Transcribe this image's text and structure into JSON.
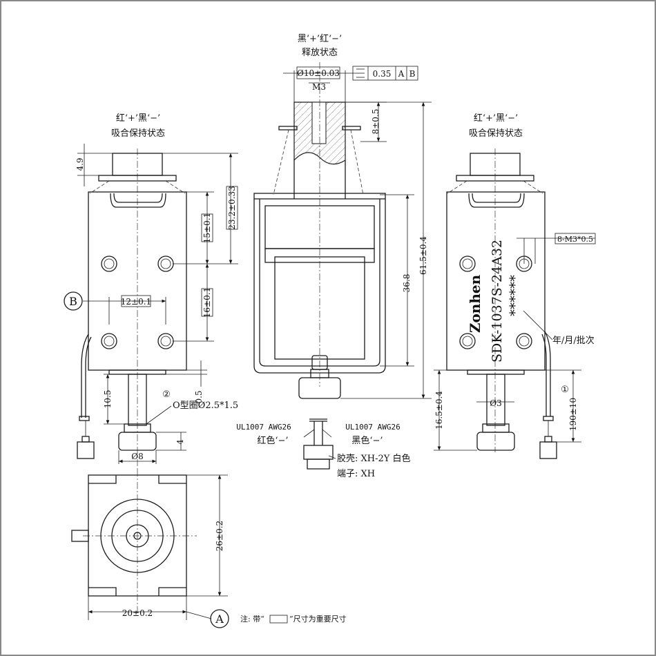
{
  "left_view": {
    "state_line1": "红‘+’黑‘−’",
    "state_line2": "吸合保持状态"
  },
  "center_view": {
    "state_line1": "黑‘+’红‘−’",
    "state_line2": "释放状态"
  },
  "right_view": {
    "state_line1": "红‘+’黑‘−’",
    "state_line2": "吸合保持状态"
  },
  "dimensions": {
    "shaft_dia": "Ø10±0.03",
    "thread_m3": "M3",
    "gdt_tol": "0.35",
    "gdt_ref_a": "A",
    "gdt_ref_b": "B",
    "depth_8": "8±0.5",
    "total_61": "61.5±0.4",
    "inner_36": "36.8",
    "top_4_9": "4.9",
    "d_23_2": "23.2±0.33",
    "d_15": "15±0.1",
    "d_12": "12±0.1",
    "d_16": "16±0.1",
    "d_0_5": "0.5",
    "d_10_5": "10.5",
    "d_4": "4",
    "d_8": "Ø8",
    "oring": "O型圈Ø2.5*1.5",
    "d_26": "26±0.2",
    "d_20": "20±0.2",
    "d_16_5": "16.5±0.4",
    "d_3": "Ø3",
    "d_190": "190±10",
    "thread_8m3": "8-M3*0.5"
  },
  "labels": {
    "datum_b": "B",
    "datum_a": "A",
    "circle_1": "①",
    "circle_2": "②",
    "brand": "Zonhen",
    "model": "SDK-1037S-24A32",
    "stars": "******",
    "batch": "年/月/批次",
    "wire_left": "UL1007 AWG26",
    "wire_right": "UL1007 AWG26",
    "red_neg": "红色‘−’",
    "black_neg": "黑色‘−’",
    "housing": "胶壳: XH-2Y 白色",
    "terminal": "端子: XH",
    "note_prefix": "注: 带“",
    "note_suffix": "”尺寸为重要尺寸"
  }
}
